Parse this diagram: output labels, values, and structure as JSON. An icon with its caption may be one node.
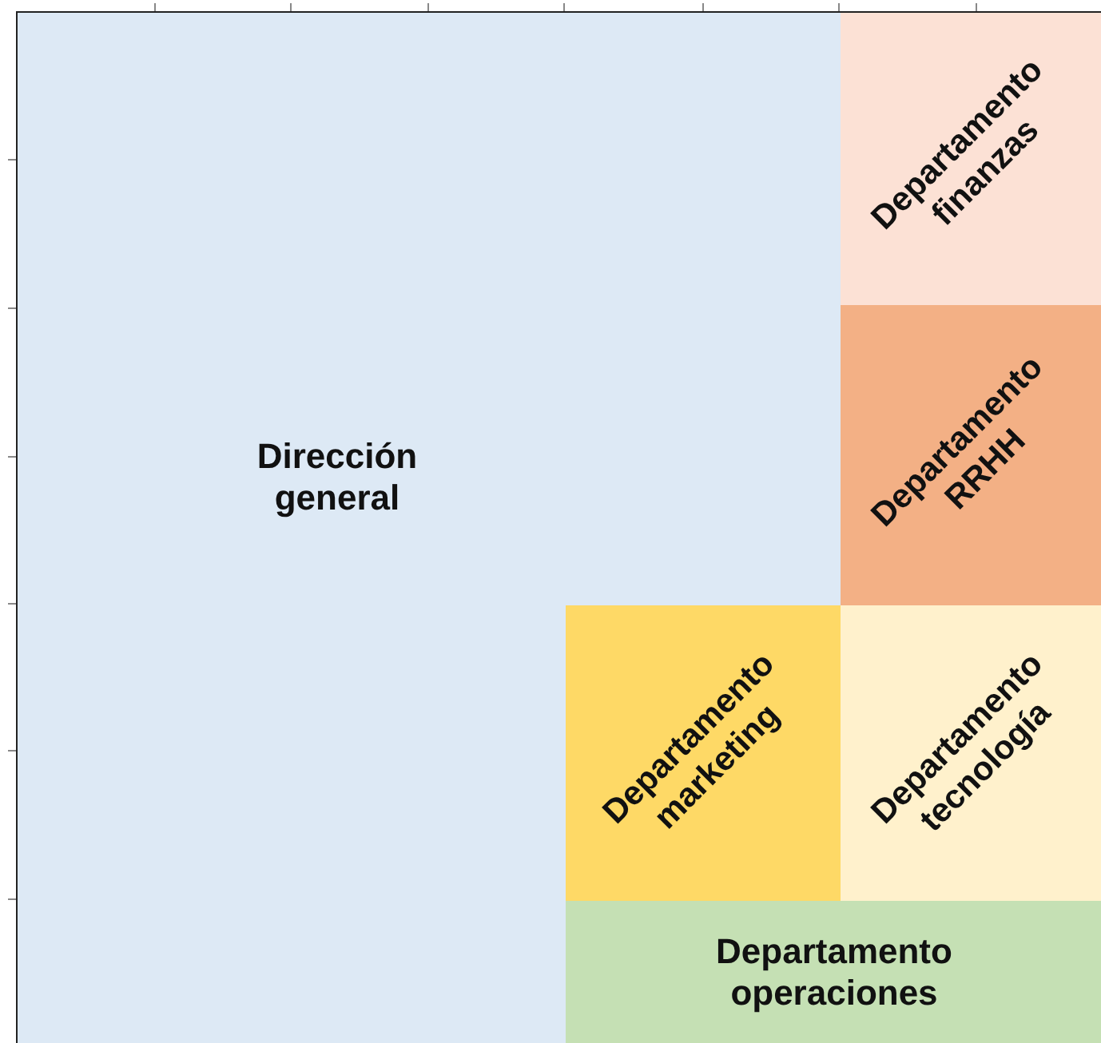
{
  "diagram": {
    "nodes": [
      {
        "text": [
          "Dirección general"
        ]
      },
      {
        "text": [
          "Departamento finanzas"
        ],
        "in": 0
      },
      {
        "text": [
          "Departamento RRHH"
        ],
        "in": 0
      },
      {
        "text": [
          "Departamento marketing"
        ],
        "in": 0
      },
      {
        "text": [
          "Departamento tecnología"
        ],
        "in": 0
      },
      {
        "text": [
          "Departamento operaciones"
        ],
        "in": 0
      }
    ]
  }
}
